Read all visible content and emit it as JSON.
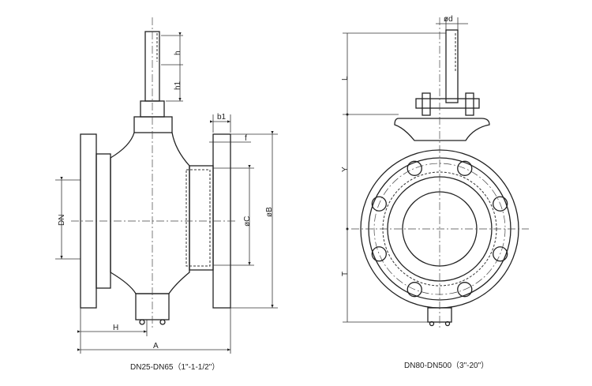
{
  "left_view": {
    "labels": {
      "h": "h",
      "h1": "h1",
      "b1": "b1",
      "f": "f",
      "dn": "DN",
      "oc": "øC",
      "ob": "øB",
      "H": "H",
      "A": "A"
    },
    "caption": "DN25-DN65（1\"-1-1/2\"）"
  },
  "right_view": {
    "labels": {
      "od": "ød",
      "L": "L",
      "Y": "Y",
      "T": "T"
    },
    "caption": "DN80-DN500（3\"-20\"）"
  }
}
